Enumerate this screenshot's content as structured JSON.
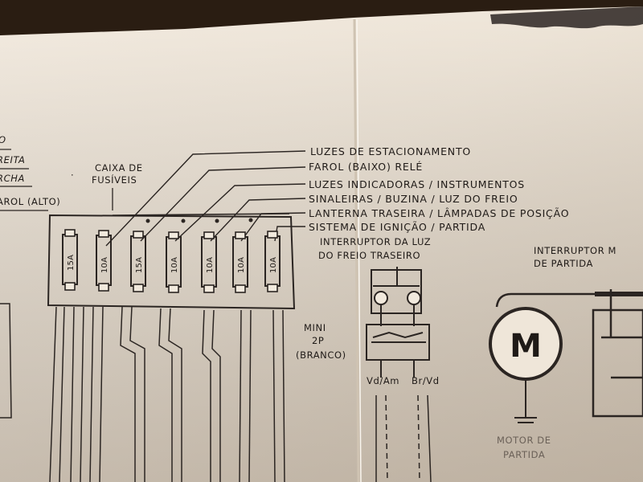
{
  "left_labels": [
    "O",
    "REITA",
    "RCHA",
    "AROL (ALTO)"
  ],
  "fuse_box": {
    "title_line1": "CAIXA DE",
    "title_line2": "FUSÍVEIS",
    "fuses": [
      "15A",
      "10A",
      "15A",
      "10A",
      "10A",
      "10A",
      "10A"
    ]
  },
  "circuits": [
    "LUZES DE ESTACIONAMENTO",
    "FAROL (BAIXO) RELÉ",
    "LUZES INDICADORAS / INSTRUMENTOS",
    "SINALEIRAS / BUZINA / LUZ DO FREIO",
    "LANTERNA TRASEIRA / LÂMPADAS DE POSIÇÃO",
    "SISTEMA DE IGNIÇÃO / PARTIDA"
  ],
  "brake_switch": {
    "title_line1": "INTERRUPTOR DA LUZ",
    "title_line2": "DO FREIO TRASEIRO"
  },
  "connector": {
    "line1": "MINI",
    "line2": "2P",
    "line3": "(BRANCO)",
    "wire_left": "Vd/Am",
    "wire_right": "Br/Vd"
  },
  "start_switch": {
    "title_line1": "INTERRUPTOR M",
    "title_line2": "DE PARTIDA"
  },
  "motor": {
    "symbol": "M",
    "label_line1": "MOTOR DE",
    "label_line2": "PARTIDA"
  }
}
